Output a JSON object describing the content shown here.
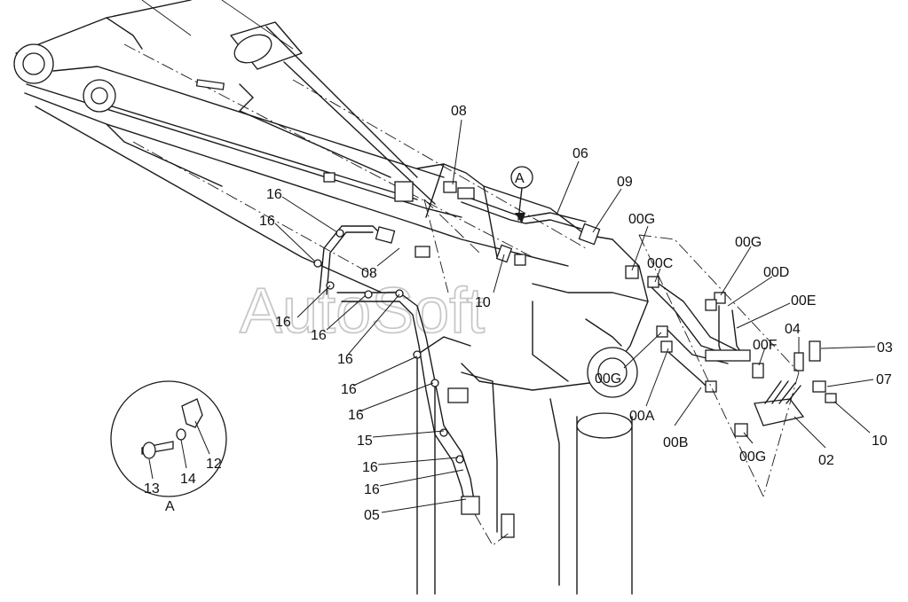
{
  "watermark": "AutoSoft",
  "detail_view": {
    "marker": "A",
    "caption": "A",
    "labels": {
      "bolt": "13",
      "washer": "14",
      "clamp": "12"
    }
  },
  "part_labels": {
    "p08_top": "08",
    "p06": "06",
    "p09": "09",
    "p00G_a": "00G",
    "p00C": "00C",
    "p00G_b": "00G",
    "p00D": "00D",
    "p00E": "00E",
    "p04": "04",
    "p03": "03",
    "p00F": "00F",
    "p07": "07",
    "p10_right": "10",
    "p02": "02",
    "p00G_c": "00G",
    "p00B": "00B",
    "p00A": "00A",
    "p00G_d": "00G",
    "p10_mid": "10",
    "p08_mid": "08",
    "p16_a": "16",
    "p16_b": "16",
    "p16_c": "16",
    "p16_d": "16",
    "p16_e": "16",
    "p16_f": "16",
    "p16_g": "16",
    "p15": "15",
    "p16_h": "16",
    "p16_i": "16",
    "p05": "05"
  }
}
